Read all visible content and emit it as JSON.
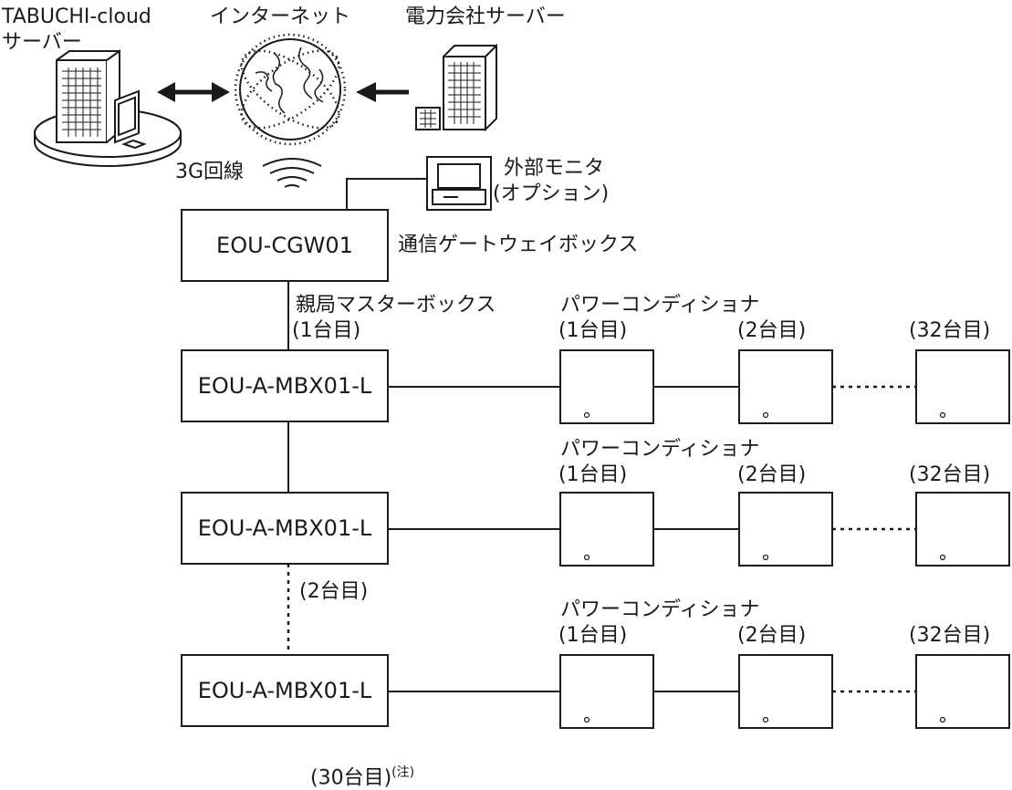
{
  "servers": {
    "tabuchi_line1": "TABUCHI-cloud",
    "tabuchi_line2": "サーバー",
    "internet": "インターネット",
    "power_company": "電力会社サーバー"
  },
  "line_3g": "3G回線",
  "monitor": {
    "line1": "外部モニタ",
    "line2": "(オプション)"
  },
  "gateway": {
    "model": "EOU-CGW01",
    "name": "通信ゲートウェイボックス"
  },
  "master_label": "親局マスターボックス",
  "units": {
    "first": "(1台目)",
    "second": "(2台目)",
    "thirtieth": "(30台目)",
    "note": "(注)"
  },
  "mbx_model": "EOU-A-MBX01-L",
  "pcs": {
    "title": "パワーコンディショナ",
    "labels": [
      "(1台目)",
      "(2台目)",
      "(32台目)"
    ]
  }
}
